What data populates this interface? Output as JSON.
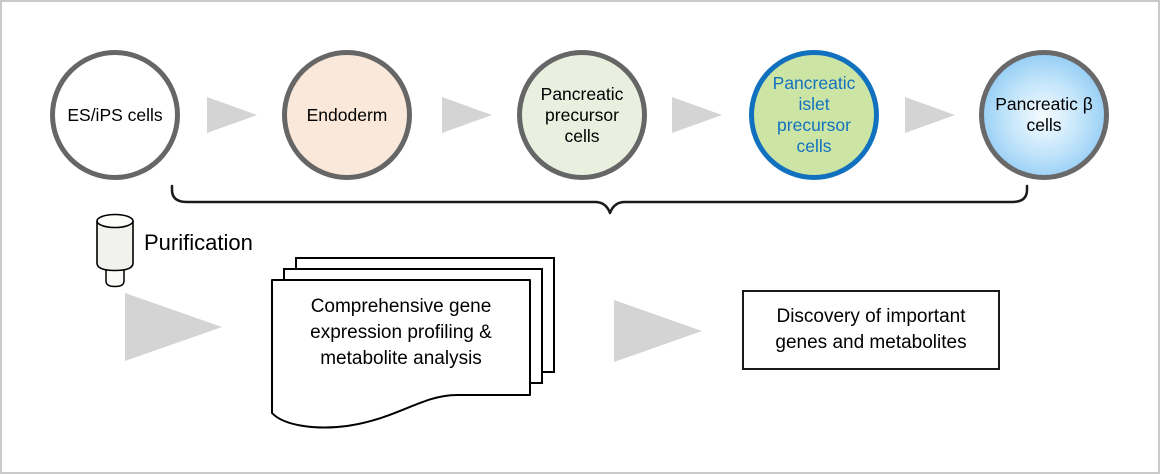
{
  "diagram": {
    "title_hint": "Differentiation pathway from ES/iPS cells to pancreatic beta cells with purification and analysis workflow",
    "stages": [
      {
        "label": "ES/iPS cells",
        "fill": "#ffffff",
        "border": "#666666",
        "text_color": "#000000"
      },
      {
        "label": "Endoderm",
        "fill": "#fae9da",
        "border": "#666666",
        "text_color": "#000000"
      },
      {
        "label": "Pancreatic precursor cells",
        "fill": "#eaf0df",
        "border": "#666666",
        "text_color": "#000000"
      },
      {
        "label": "Pancreatic islet precursor cells",
        "fill": "#cde5a4",
        "border": "#1271bf",
        "text_color": "#1271bf"
      },
      {
        "label": "Pancreatic β cells",
        "fill": "radial blue gradient #f6fcff → #70baf0",
        "border": "#696969",
        "text_color": "#000000"
      }
    ],
    "purification": {
      "label": "Purification"
    },
    "analysis": {
      "lines": [
        "Comprehensive gene",
        "expression profiling &",
        "metabolite analysis"
      ]
    },
    "outcome": {
      "lines": [
        "Discovery of important",
        "genes and metabolites"
      ]
    },
    "colors": {
      "arrow_gray": "#d4d4d4",
      "accent_blue": "#1271bf",
      "stroke_black": "#1a1a1a",
      "frame_border": "#c9c9c9"
    },
    "icons": {
      "flow_arrow": "arrow-right-icon",
      "purification_column": "column-icon",
      "analysis_documents": "document-stack-icon",
      "stage_group": "brace-icon"
    }
  }
}
